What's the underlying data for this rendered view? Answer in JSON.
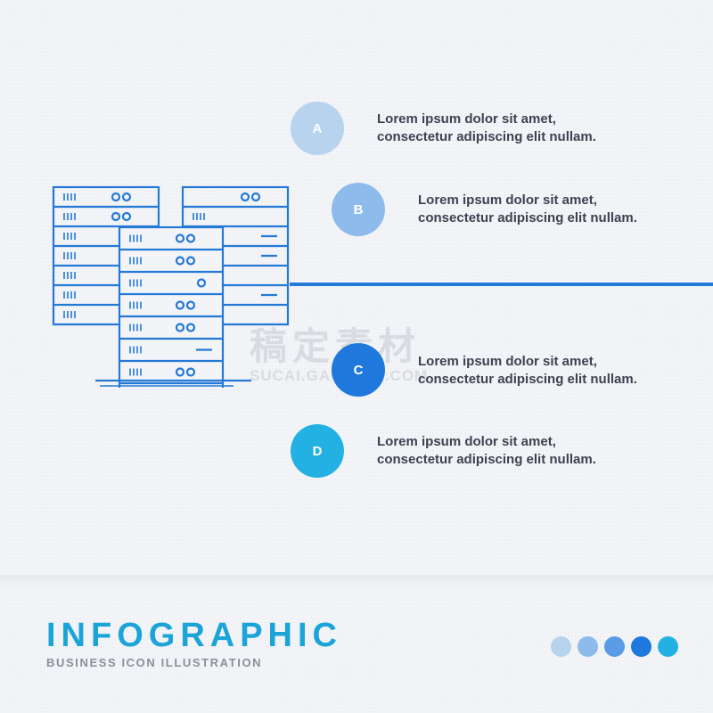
{
  "steps": [
    {
      "letter": "A",
      "line1": "Lorem ipsum dolor sit amet,",
      "line2": "consectetur adipiscing elit nullam.",
      "color": "#b7d3ee"
    },
    {
      "letter": "B",
      "line1": "Lorem ipsum dolor sit amet,",
      "line2": "consectetur adipiscing elit nullam.",
      "color": "#8cbbec"
    },
    {
      "letter": "C",
      "line1": "Lorem ipsum dolor sit amet,",
      "line2": "consectetur adipiscing elit nullam.",
      "color": "#1f78dc"
    },
    {
      "letter": "D",
      "line1": "Lorem ipsum dolor sit amet,",
      "line2": "consectetur adipiscing elit nullam.",
      "color": "#23b1e4"
    }
  ],
  "watermark": {
    "cn": "稿定素材",
    "en": "SUCAI.GAODING.COM"
  },
  "footer": {
    "title": "INFOGRAPHIC",
    "subtitle": "BUSINESS ICON ILLUSTRATION"
  },
  "palette": [
    "#b7d3ee",
    "#8cbbec",
    "#5a9de6",
    "#1f78dc",
    "#23b1e4"
  ],
  "icon": {
    "name": "server-racks-icon",
    "stroke_color": "#2479d6"
  }
}
